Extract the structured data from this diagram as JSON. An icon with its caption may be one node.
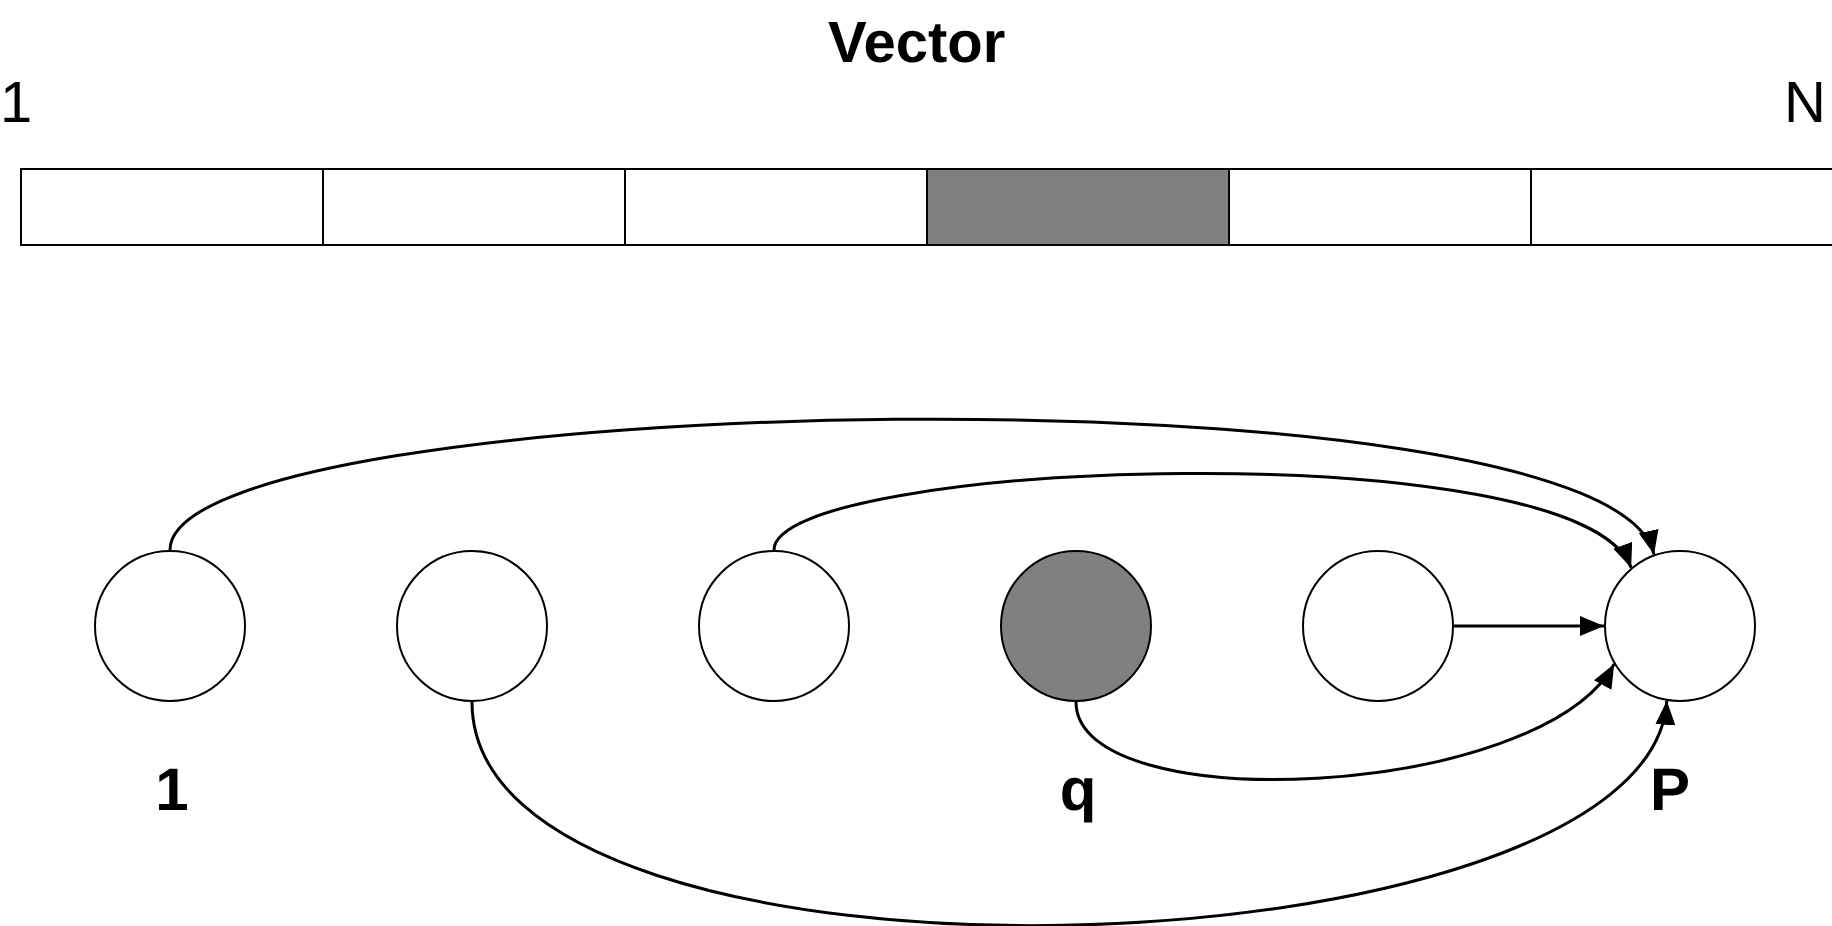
{
  "diagram": {
    "title": "Vector",
    "nodes": [
      {
        "text": [],
        "shape": "box"
      },
      {
        "text": [],
        "shape": "box"
      },
      {
        "text": [],
        "shape": "box"
      },
      {
        "text": [],
        "shape": "box"
      },
      {
        "text": [],
        "shape": "box"
      },
      {
        "text": [],
        "shape": "box"
      },
      {
        "text": [],
        "shape": "circle",
        "beside": [
          "1"
        ]
      },
      {
        "text": [],
        "shape": "circle"
      },
      {
        "text": [],
        "shape": "circle"
      },
      {
        "text": [],
        "shape": "circle",
        "beside": [
          "q"
        ]
      },
      {
        "text": [],
        "shape": "circle"
      },
      {
        "text": [],
        "shape": "circle",
        "beside": [
          "P"
        ]
      }
    ],
    "edges": [
      {
        "from": 6,
        "to": 11,
        "arrow": "to"
      },
      {
        "from": 8,
        "to": 11,
        "arrow": "to"
      },
      {
        "from": 10,
        "to": 11,
        "arrow": "to"
      },
      {
        "from": 9,
        "to": 11,
        "arrow": "to"
      },
      {
        "from": 7,
        "to": 11,
        "arrow": "to"
      }
    ],
    "labels": [
      "1",
      "N"
    ]
  }
}
